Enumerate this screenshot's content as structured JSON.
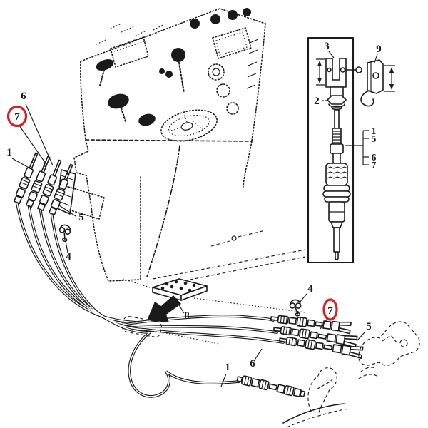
{
  "diagram": {
    "kind": "exploded-parts-line-drawing",
    "subject": "console-control-cables",
    "colors": {
      "ink": "#1a1a1a",
      "highlight": "#d92121",
      "background": "#ffffff"
    },
    "callouts": {
      "upper_6": "6",
      "upper_7": "7",
      "upper_1": "1",
      "left_5": "5",
      "left_4": "4",
      "grommet_8": "8",
      "right_4": "4",
      "right_7": "7",
      "right_5": "5",
      "bottom_1": "1",
      "bottom_6": "6",
      "inset_3": "3",
      "inset_9": "9",
      "inset_2": "2",
      "inset_ref_1": "1",
      "inset_ref_5": "5",
      "inset_ref_6": "6",
      "inset_ref_7": "7"
    }
  }
}
